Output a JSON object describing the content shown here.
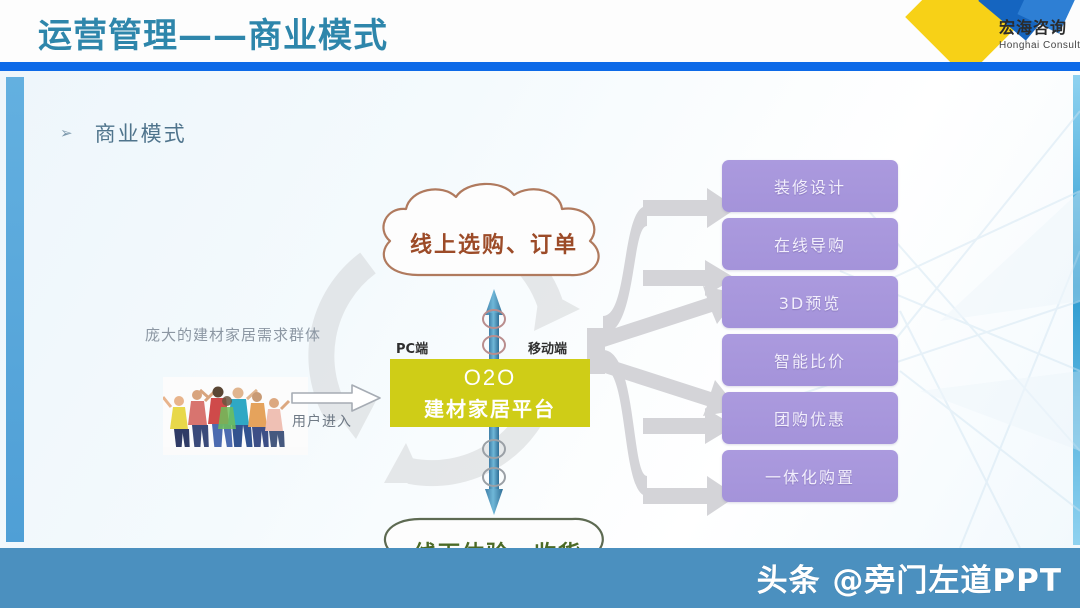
{
  "header": {
    "title": "运营管理——商业模式",
    "accent_color": "#0d6ae8",
    "title_color": "#2e86ab",
    "logo": {
      "name_cn": "宏海咨询",
      "name_en": "Honghai Consult"
    }
  },
  "bullet": {
    "marker": "➢",
    "label": "商业模式"
  },
  "diagram": {
    "clouds": [
      {
        "id": "online",
        "label": "线上选购、订单",
        "color": "#9c4b28"
      },
      {
        "id": "offline",
        "label": "线下体验、收货",
        "color": "#4b6a26"
      }
    ],
    "core": {
      "line1": "O2O",
      "line2": "建材家居平台",
      "fill": "#cfcd17",
      "text_color": "#ffffff"
    },
    "channel_labels": {
      "pc": "PC端",
      "mobile": "移动端"
    },
    "left": {
      "group_text": "庞大的建材家居需求群体",
      "enter_label": "用户进入",
      "photo_alt": "group-of-people-photo"
    },
    "services": [
      {
        "label": "装修设计"
      },
      {
        "label": "在线导购"
      },
      {
        "label": "3D预览"
      },
      {
        "label": "智能比价"
      },
      {
        "label": "团购优惠"
      },
      {
        "label": "一体化购置"
      }
    ],
    "service_color": "#a493da"
  },
  "footer": {
    "watermark": "头条 @旁门左道PPT",
    "bar_color": "#4b90bf"
  }
}
